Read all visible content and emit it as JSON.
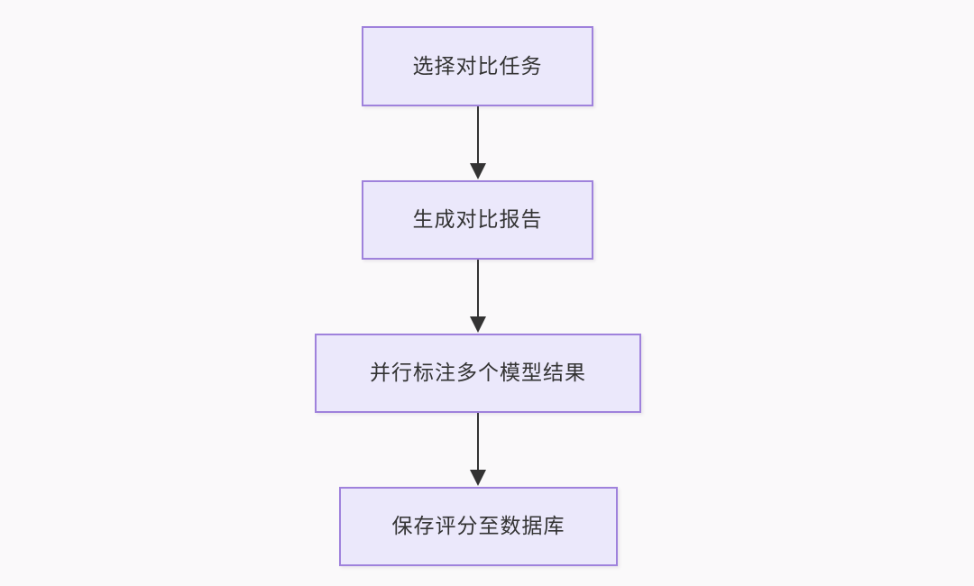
{
  "diagram": {
    "type": "flowchart",
    "orientation": "top-to-bottom",
    "background_color": "#faf9fa",
    "node_fill_color": "#ebe8fb",
    "node_border_color": "#9f82dc",
    "node_text_color": "#333333",
    "connector_color": "#333333",
    "nodes": [
      {
        "id": "node-1",
        "label": "选择对比任务",
        "shape": "rectangle"
      },
      {
        "id": "node-2",
        "label": "生成对比报告",
        "shape": "rectangle"
      },
      {
        "id": "node-3",
        "label": "并行标注多个模型结果",
        "shape": "rectangle"
      },
      {
        "id": "node-4",
        "label": "保存评分至数据库",
        "shape": "rectangle"
      }
    ],
    "edges": [
      {
        "id": "edge-1-2",
        "from": "node-1",
        "to": "node-2",
        "label": "",
        "arrowhead": "solid-triangle"
      },
      {
        "id": "edge-2-3",
        "from": "node-2",
        "to": "node-3",
        "label": "",
        "arrowhead": "solid-triangle"
      },
      {
        "id": "edge-3-4",
        "from": "node-3",
        "to": "node-4",
        "label": "",
        "arrowhead": "solid-triangle"
      }
    ]
  }
}
